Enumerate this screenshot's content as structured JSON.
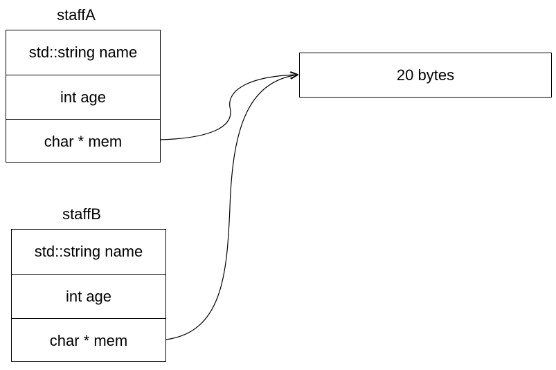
{
  "staff_a": {
    "title": "staffA",
    "fields": [
      "std::string name",
      "int age",
      "char * mem"
    ]
  },
  "staff_b": {
    "title": "staffB",
    "fields": [
      "std::string name",
      "int age",
      "char * mem"
    ]
  },
  "memory_block": {
    "label": "20 bytes"
  }
}
